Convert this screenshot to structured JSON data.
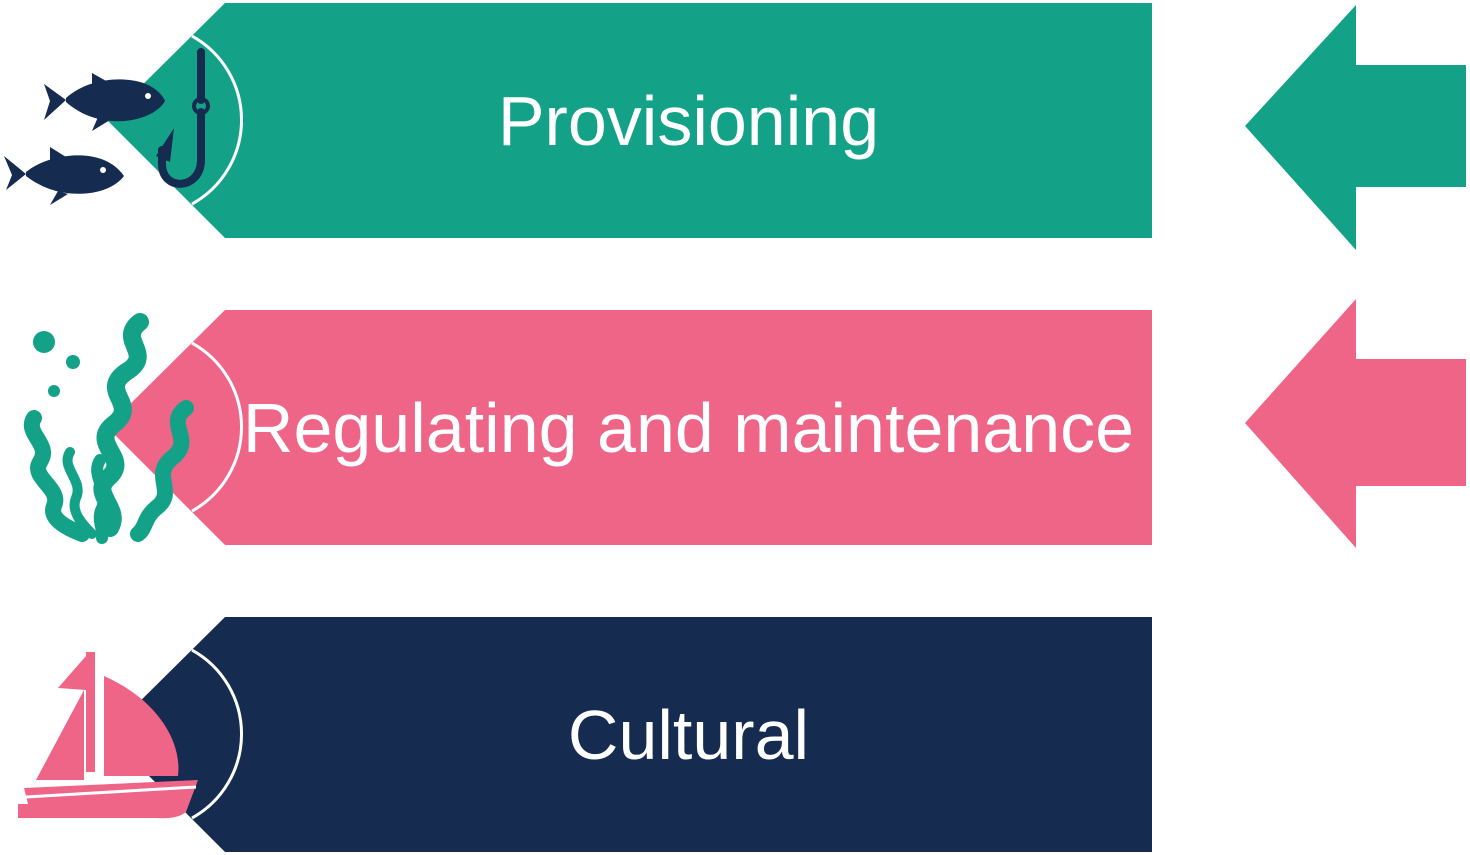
{
  "colors": {
    "provisioning": "#13a287",
    "regulating": "#ef6588",
    "cultural": "#152b50",
    "background": "#ffffff"
  },
  "rows": [
    {
      "id": "provisioning",
      "label": "Provisioning",
      "icon": "fish-and-hook-icon",
      "has_incoming_arrow": true
    },
    {
      "id": "regulating",
      "label": "Regulating and maintenance",
      "icon": "seaweed-icon",
      "has_incoming_arrow": true
    },
    {
      "id": "cultural",
      "label": "Cultural",
      "icon": "sailboat-icon",
      "has_incoming_arrow": false
    }
  ]
}
